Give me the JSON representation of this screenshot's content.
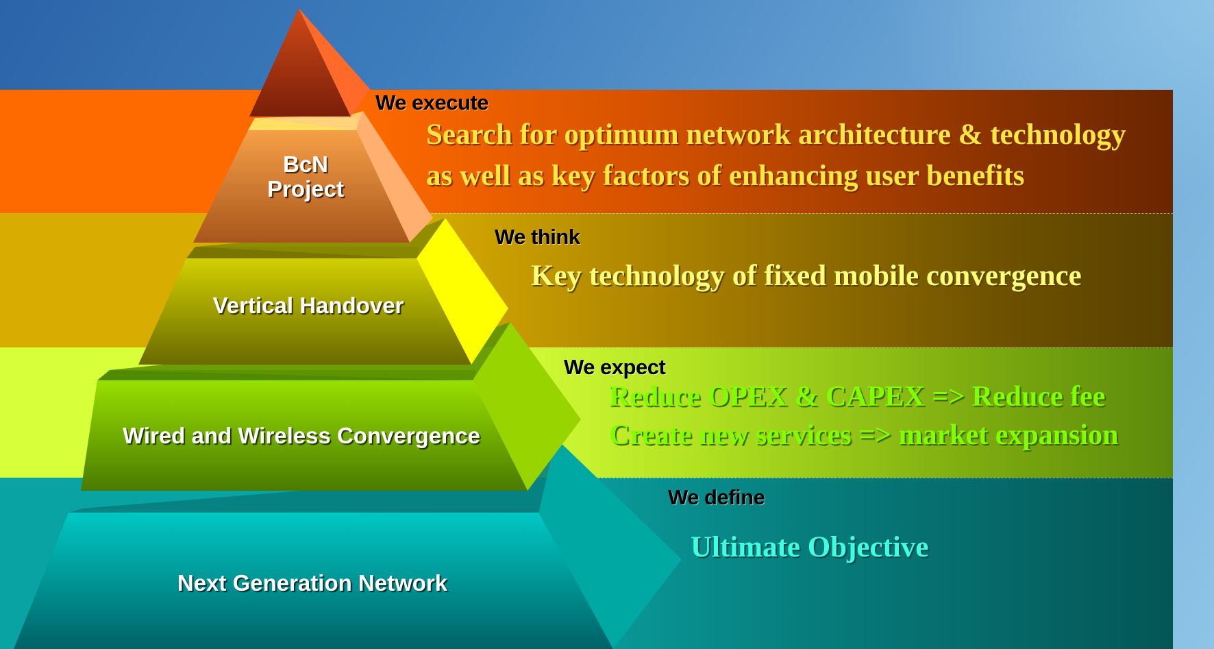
{
  "tiers": [
    {
      "label": "BcN Project",
      "verb": "We execute",
      "lines": [
        "Search for optimum network architecture & technology",
        "as well as key factors of enhancing user benefits"
      ],
      "colors": {
        "band": "#ff6a00",
        "text": "#ffe640",
        "face": "#e68a30"
      }
    },
    {
      "label": "Vertical Handover",
      "verb": "We think",
      "lines": [
        "Key technology of fixed mobile convergence"
      ],
      "colors": {
        "band": "#d8ac00",
        "text": "#ffff7a",
        "face": "#c8c000"
      }
    },
    {
      "label": "Wired and Wireless Convergence",
      "verb": "We expect",
      "lines": [
        "Reduce OPEX & CAPEX => Reduce fee",
        "Create new services => market expansion"
      ],
      "colors": {
        "band": "#d7ff3a",
        "text": "#7fff00",
        "face": "#8cd000"
      }
    },
    {
      "label": "Next Generation Network",
      "verb": "We define",
      "lines": [
        "Ultimate Objective"
      ],
      "colors": {
        "band": "#0aa3a3",
        "text": "#40ffe0",
        "face": "#00b5b0"
      }
    }
  ],
  "apex_color": "#b83a10"
}
